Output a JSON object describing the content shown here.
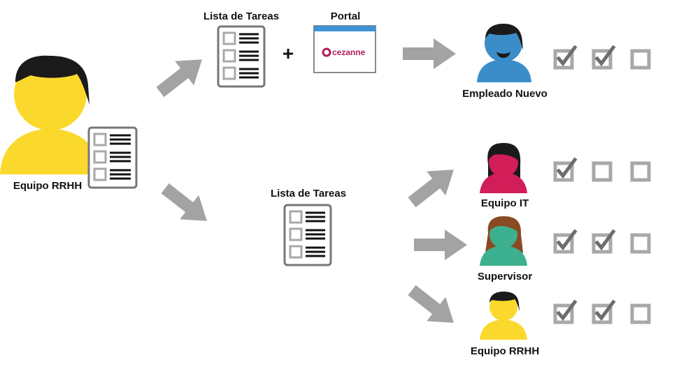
{
  "colors": {
    "arrow": "#a3a3a3",
    "checkbox": "#a8a8a8",
    "doc_border": "#777777",
    "line": "#111111",
    "hair": "#1a1a1a",
    "portal_bar": "#3d93d4",
    "brand": "#b01d5c",
    "hr_person": "#fbd92c",
    "new_employee": "#3a8dc9",
    "it_person": "#d11d58",
    "supervisor": "#3db18f",
    "supervisor_hair": "#8a4a22"
  },
  "labels": {
    "hr_team": "Equipo RRHH",
    "task_list_top": "Lista de Tareas",
    "portal": "Portal",
    "plus": "+",
    "portal_brand": "cezanne",
    "new_employee": "Empleado Nuevo",
    "task_list_bottom": "Lista de Tareas",
    "it_team": "Equipo IT",
    "supervisor": "Supervisor",
    "hr_team_bottom": "Equipo RRHH"
  },
  "checklists": {
    "new_employee": [
      true,
      true,
      false
    ],
    "it_team": [
      true,
      false,
      false
    ],
    "supervisor": [
      true,
      true,
      false
    ],
    "hr_team": [
      true,
      true,
      false
    ]
  }
}
